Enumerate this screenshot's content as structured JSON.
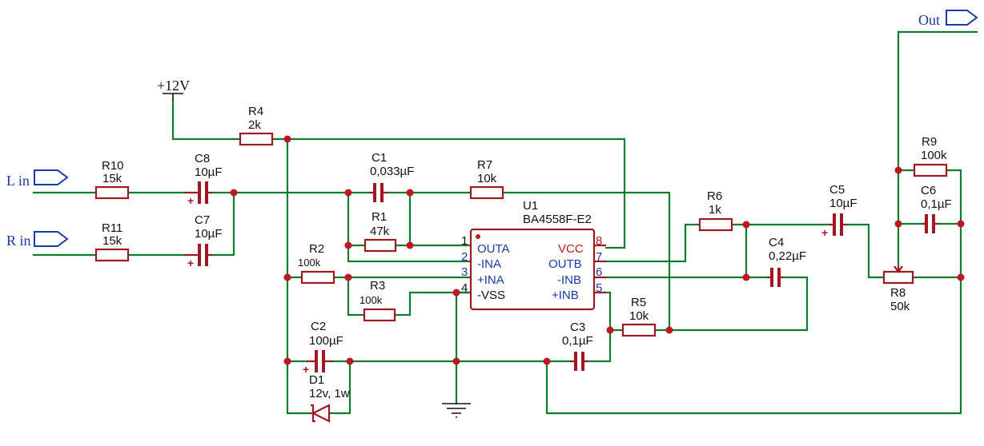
{
  "ports": {
    "l_in": "L in",
    "r_in": "R in",
    "out": "Out"
  },
  "supply": {
    "label": "+12V"
  },
  "components": {
    "R1": {
      "ref": "R1",
      "value": "47k"
    },
    "R2": {
      "ref": "R2",
      "value": "100k"
    },
    "R3": {
      "ref": "R3",
      "value": "100k"
    },
    "R4": {
      "ref": "R4",
      "value": "2k"
    },
    "R5": {
      "ref": "R5",
      "value": "10k"
    },
    "R6": {
      "ref": "R6",
      "value": "1k"
    },
    "R7": {
      "ref": "R7",
      "value": "10k"
    },
    "R8": {
      "ref": "R8",
      "value": "50k"
    },
    "R9": {
      "ref": "R9",
      "value": "100k"
    },
    "R10": {
      "ref": "R10",
      "value": "15k"
    },
    "R11": {
      "ref": "R11",
      "value": "15k"
    },
    "C1": {
      "ref": "C1",
      "value": "0,033µF"
    },
    "C2": {
      "ref": "C2",
      "value": "100µF"
    },
    "C3": {
      "ref": "C3",
      "value": "0,1µF"
    },
    "C4": {
      "ref": "C4",
      "value": "0,22µF"
    },
    "C5": {
      "ref": "C5",
      "value": "10µF"
    },
    "C6": {
      "ref": "C6",
      "value": "0,1µF"
    },
    "C7": {
      "ref": "C7",
      "value": "10µF"
    },
    "C8": {
      "ref": "C8",
      "value": "10µF"
    },
    "D1": {
      "ref": "D1",
      "value": "12v, 1w"
    }
  },
  "ic": {
    "ref": "U1",
    "part": "BA4558F-E2",
    "left_pins": [
      {
        "num": "1",
        "name": "OUTA"
      },
      {
        "num": "2",
        "name": "-INA"
      },
      {
        "num": "3",
        "name": "+INA"
      },
      {
        "num": "4",
        "name": "-VSS"
      }
    ],
    "right_pins": [
      {
        "num": "8",
        "name": "VCC"
      },
      {
        "num": "7",
        "name": "OUTB"
      },
      {
        "num": "6",
        "name": "-INB"
      },
      {
        "num": "5",
        "name": "+INB"
      }
    ]
  },
  "colors": {
    "wire": "#0a7d2e",
    "component": "#a01822",
    "junction": "#c0161f",
    "port": "#1a3aa8"
  }
}
